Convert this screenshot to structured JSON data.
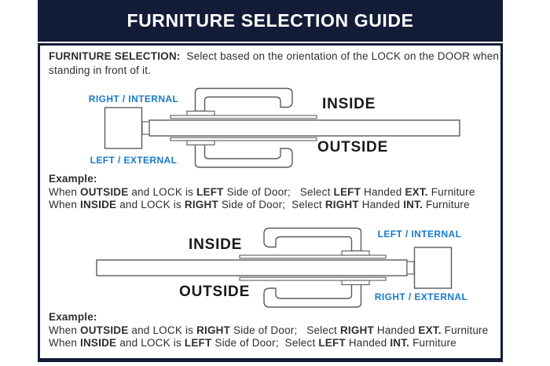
{
  "header": {
    "title": "FURNITURE SELECTION GUIDE"
  },
  "colors": {
    "navy": "#131c37",
    "label_blue": "#187bc9",
    "diagram_stroke": "#5a5b5e"
  },
  "intro": {
    "segments": [
      {
        "t": "FURNITURE SELECTION:",
        "b": true
      },
      {
        "t": "  Select based on the orientation of the LOCK on the DOOR when standing in front of it."
      }
    ]
  },
  "diagram1": {
    "name": "lock on left side of door",
    "labels": {
      "top_left": "RIGHT / INTERNAL",
      "bottom_left": "LEFT / EXTERNAL",
      "inside": "INSIDE",
      "outside": "OUTSIDE"
    }
  },
  "example1": {
    "heading": "Example:",
    "lines": [
      [
        {
          "t": "When "
        },
        {
          "t": "OUTSIDE",
          "b": true
        },
        {
          "t": " and LOCK is "
        },
        {
          "t": "LEFT",
          "b": true
        },
        {
          "t": " Side of Door;   Select "
        },
        {
          "t": "LEFT",
          "b": true
        },
        {
          "t": " Handed "
        },
        {
          "t": "EXT.",
          "b": true
        },
        {
          "t": " Furniture"
        }
      ],
      [
        {
          "t": "When "
        },
        {
          "t": "INSIDE",
          "b": true
        },
        {
          "t": " and LOCK is "
        },
        {
          "t": "RIGHT",
          "b": true
        },
        {
          "t": " Side of Door;  Select "
        },
        {
          "t": "RIGHT",
          "b": true
        },
        {
          "t": " Handed "
        },
        {
          "t": "INT.",
          "b": true
        },
        {
          "t": " Furniture"
        }
      ]
    ]
  },
  "diagram2": {
    "name": "lock on right side of door",
    "labels": {
      "inside": "INSIDE",
      "outside": "OUTSIDE",
      "top_right": "LEFT / INTERNAL",
      "bottom_right": "RIGHT / EXTERNAL"
    }
  },
  "example2": {
    "heading": "Example:",
    "lines": [
      [
        {
          "t": "When "
        },
        {
          "t": "OUTSIDE",
          "b": true
        },
        {
          "t": " and LOCK is "
        },
        {
          "t": "RIGHT",
          "b": true
        },
        {
          "t": " Side of Door;   Select "
        },
        {
          "t": "RIGHT",
          "b": true
        },
        {
          "t": " Handed "
        },
        {
          "t": "EXT.",
          "b": true
        },
        {
          "t": " Furniture"
        }
      ],
      [
        {
          "t": "When "
        },
        {
          "t": "INSIDE",
          "b": true
        },
        {
          "t": " and LOCK is "
        },
        {
          "t": "LEFT",
          "b": true
        },
        {
          "t": " Side of Door;  Select "
        },
        {
          "t": "LEFT",
          "b": true
        },
        {
          "t": " Handed "
        },
        {
          "t": "INT.",
          "b": true
        },
        {
          "t": " Furniture"
        }
      ]
    ]
  }
}
